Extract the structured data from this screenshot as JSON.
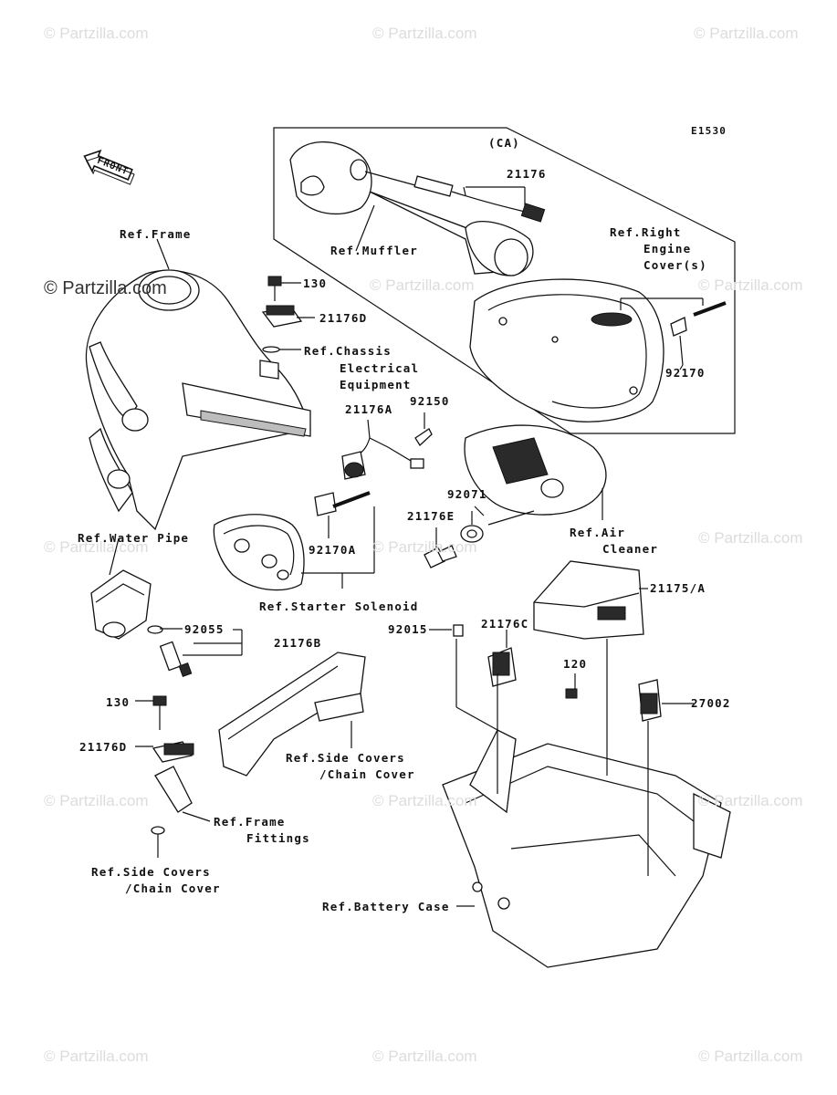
{
  "watermark": {
    "text": "© Partzilla.com",
    "main_text": "© Partzilla.com"
  },
  "diagram_code": "E1530",
  "front_arrow": "FRONT",
  "labels": {
    "ca": "(CA)",
    "p21176": "21176",
    "muffler": "Ref.Muffler",
    "right_engine_cover_1": "Ref.Right",
    "right_engine_cover_2": "Engine",
    "right_engine_cover_3": "Cover(s)",
    "p92170": "92170",
    "frame": "Ref.Frame",
    "p130_top": "130",
    "p21176d_top": "21176D",
    "chassis_1": "Ref.Chassis",
    "chassis_2": "Electrical",
    "chassis_3": "Equipment",
    "p21176a": "21176A",
    "p92150": "92150",
    "p92071": "92071",
    "p21176e": "21176E",
    "air_cleaner_1": "Ref.Air",
    "air_cleaner_2": "Cleaner",
    "water_pipe": "Ref.Water Pipe",
    "p92170a": "92170A",
    "starter_solenoid": "Ref.Starter Solenoid",
    "p21175a": "21175/A",
    "p92055": "92055",
    "p21176b": "21176B",
    "p92015": "92015",
    "p21176c": "21176C",
    "p120": "120",
    "p27002": "27002",
    "p130_bottom": "130",
    "p21176d_bottom": "21176D",
    "side_covers_1a": "Ref.Side Covers",
    "side_covers_1b": "/Chain Cover",
    "frame_fittings_1": "Ref.Frame",
    "frame_fittings_2": "Fittings",
    "side_covers_2a": "Ref.Side Covers",
    "side_covers_2b": "/Chain Cover",
    "battery_case": "Ref.Battery Case"
  }
}
